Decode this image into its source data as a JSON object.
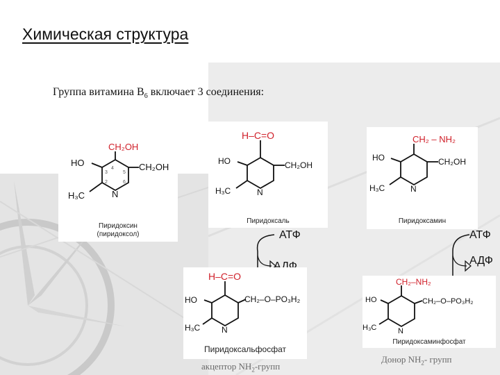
{
  "slide": {
    "title": "Химическая структура",
    "subtitle_before": "Группа витамина В",
    "subtitle_sub": "6",
    "subtitle_after": " включает 3 соединения:"
  },
  "compounds": {
    "pyridoxine": {
      "name_line1": "Пиридоксин",
      "name_line2": "(пиридоксол)"
    },
    "pyridoxal": {
      "name": "Пиридоксаль"
    },
    "pyridoxamine": {
      "name": "Пиридоксамин"
    },
    "pyridoxal_phosphate": {
      "name": "Пиридоксальфосфат"
    },
    "pyridoxamine_phosphate": {
      "name": "Пиридоксаминфосфат"
    }
  },
  "reactions": {
    "left": {
      "atp": "АТФ",
      "adp": "АДФ"
    },
    "right": {
      "atp": "АТФ",
      "adp": "АДФ"
    }
  },
  "footnotes": {
    "left": {
      "before": "акцептор NH",
      "sub": "2",
      "after": "-групп"
    },
    "right": {
      "before": "Донор NH",
      "sub": "2",
      "after": "- групп"
    }
  },
  "colors": {
    "accent": "#d0202a",
    "text": "#111111",
    "note": "#6a6a6a"
  }
}
